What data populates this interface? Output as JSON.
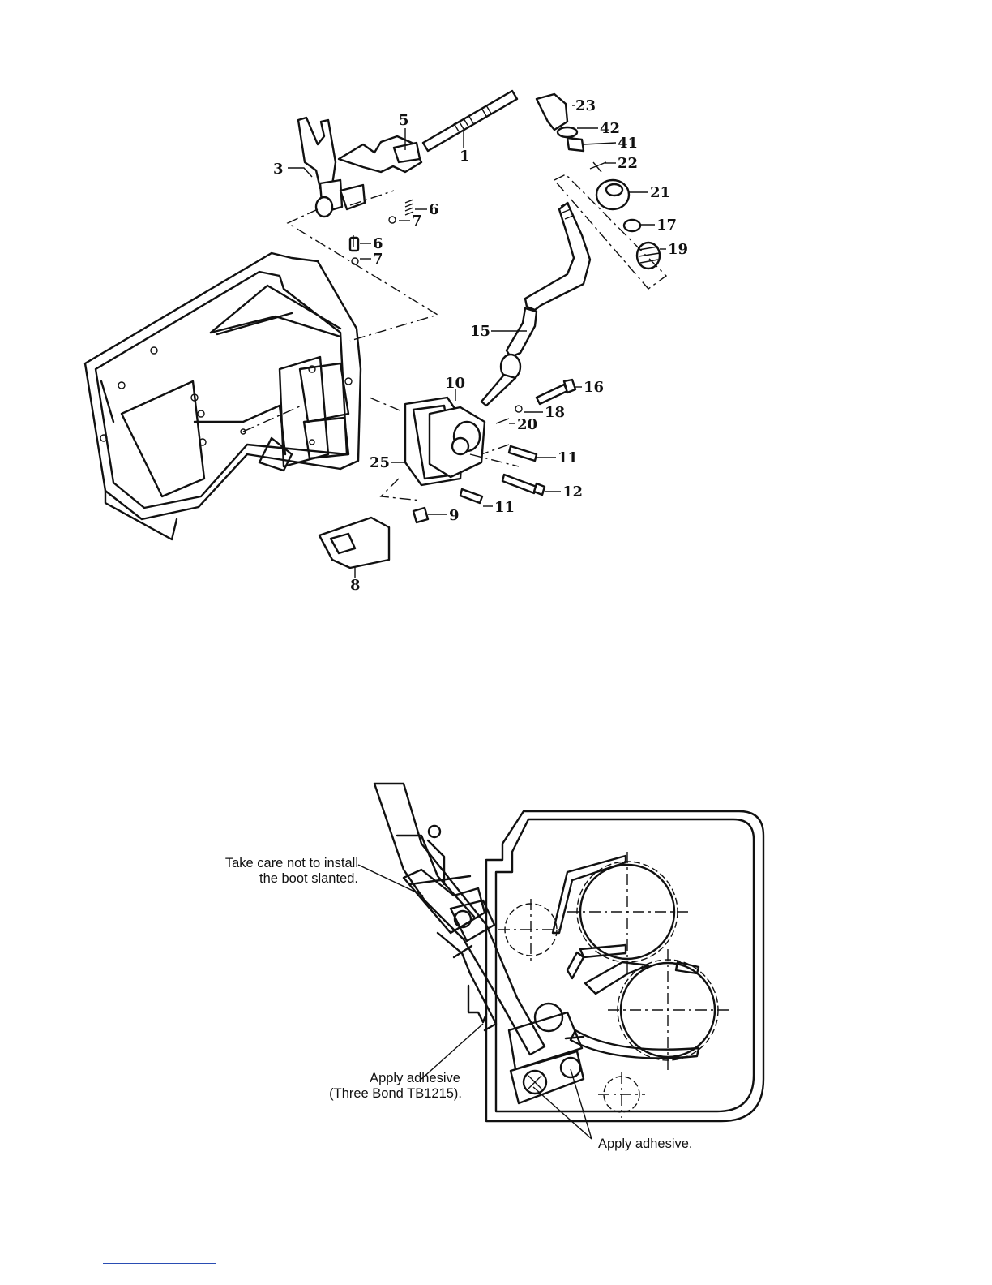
{
  "figure_top": {
    "callouts": [
      {
        "id": "c1",
        "text": "1"
      },
      {
        "id": "c3",
        "text": "3"
      },
      {
        "id": "c5",
        "text": "5"
      },
      {
        "id": "c6a",
        "text": "6"
      },
      {
        "id": "c7a",
        "text": "7"
      },
      {
        "id": "c6b",
        "text": "6"
      },
      {
        "id": "c7b",
        "text": "7"
      },
      {
        "id": "c8",
        "text": "8"
      },
      {
        "id": "c9",
        "text": "9"
      },
      {
        "id": "c10",
        "text": "10"
      },
      {
        "id": "c11a",
        "text": "11"
      },
      {
        "id": "c11b",
        "text": "11"
      },
      {
        "id": "c12",
        "text": "12"
      },
      {
        "id": "c15",
        "text": "15"
      },
      {
        "id": "c16",
        "text": "16"
      },
      {
        "id": "c17",
        "text": "17"
      },
      {
        "id": "c18",
        "text": "18"
      },
      {
        "id": "c19",
        "text": "19"
      },
      {
        "id": "c20",
        "text": "20"
      },
      {
        "id": "c21",
        "text": "21"
      },
      {
        "id": "c22",
        "text": "22"
      },
      {
        "id": "c23",
        "text": "23"
      },
      {
        "id": "c25",
        "text": "25"
      },
      {
        "id": "c41",
        "text": "41"
      },
      {
        "id": "c42",
        "text": "42"
      }
    ]
  },
  "figure_bottom": {
    "notes": {
      "boot_line1": "Take care not to install",
      "boot_line2": "the boot slanted.",
      "adhesive1_line1": "Apply adhesive",
      "adhesive1_line2": "(Three Bond TB1215).",
      "adhesive2": "Apply adhesive."
    }
  }
}
